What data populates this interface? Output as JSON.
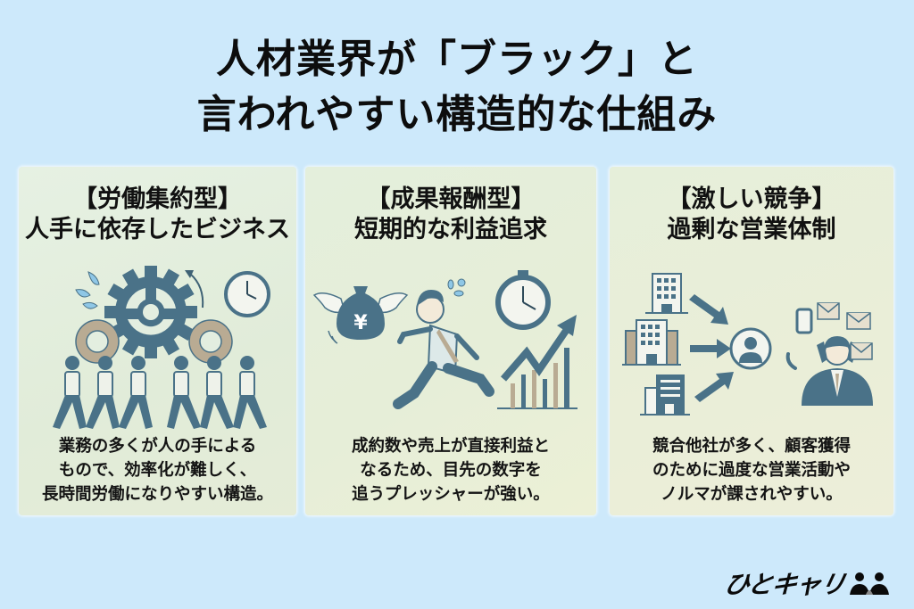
{
  "title": {
    "line1": "人材業界が「ブラック」と",
    "line2": "言われやすい構造的な仕組み"
  },
  "cards": [
    {
      "heading1": "【労働集約型】",
      "heading2": "人手に依存したビジネス",
      "illustration": "people-pushing-gears-with-clock-icon",
      "body": [
        "業務の多くが人の手による",
        "もので、効率化が難しく、",
        "長時間労働になりやすい構造。"
      ]
    },
    {
      "heading1": "【成果報酬型】",
      "heading2": "短期的な利益追求",
      "illustration": "man-chasing-flying-yen-bag-stopwatch-rising-chart-icon",
      "yen_symbol": "¥",
      "body": [
        "成約数や売上が直接利益と",
        "なるため、目先の数字を",
        "追うプレッシャーが強い。"
      ]
    },
    {
      "heading1": "【激しい競争】",
      "heading2": "過剰な営業体制",
      "illustration": "buildings-arrows-to-person-stressed-salesman-icon",
      "body": [
        "競合他社が多く、顧客獲得",
        "のために過度な営業活動や",
        "ノルマが課されやすい。"
      ]
    }
  ],
  "logo": {
    "text": "ひとキャリ",
    "icon": "two-people-icon"
  },
  "colors": {
    "background": "#cde9fb",
    "illustration_primary": "#4a7288",
    "illustration_accent": "#b9ab93",
    "water_drop": "#8fc7e6",
    "text": "#111111"
  }
}
